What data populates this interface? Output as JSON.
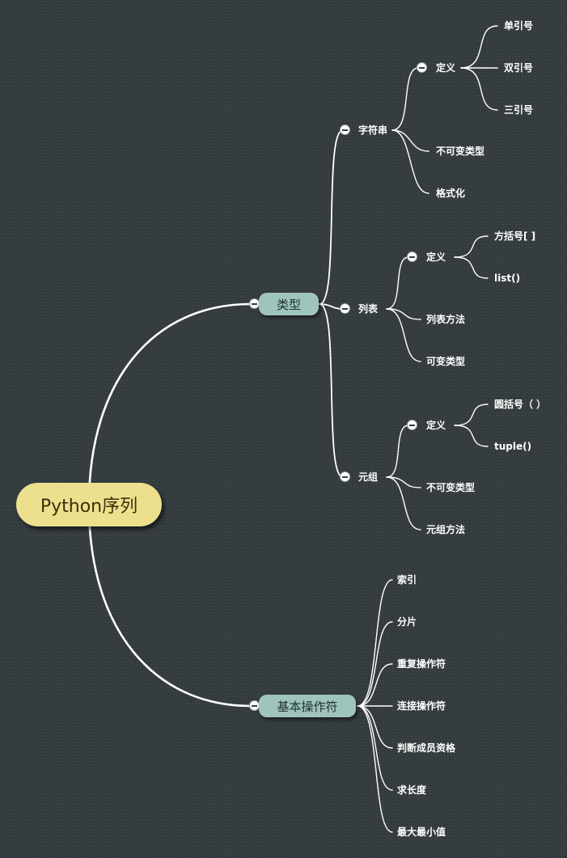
{
  "root": {
    "label": "Python序列"
  },
  "branches": {
    "types": {
      "label": "类型",
      "string": {
        "label": "字符串",
        "definition": {
          "label": "定义",
          "items": [
            "单引号",
            "双引号",
            "三引号"
          ]
        },
        "immutable": "不可变类型",
        "format": "格式化"
      },
      "list": {
        "label": "列表",
        "definition": {
          "label": "定义",
          "items": [
            "方括号[ ]",
            "list()"
          ]
        },
        "methods": "列表方法",
        "mutable": "可变类型"
      },
      "tuple": {
        "label": "元组",
        "definition": {
          "label": "定义",
          "items": [
            "圆括号（ ）",
            "tuple()"
          ]
        },
        "immutable": "不可变类型",
        "methods": "元组方法"
      }
    },
    "operators": {
      "label": "基本操作符",
      "items": [
        "索引",
        "分片",
        "重复操作符",
        "连接操作符",
        "判断成员资格",
        "求长度",
        "最大最小值"
      ]
    }
  }
}
